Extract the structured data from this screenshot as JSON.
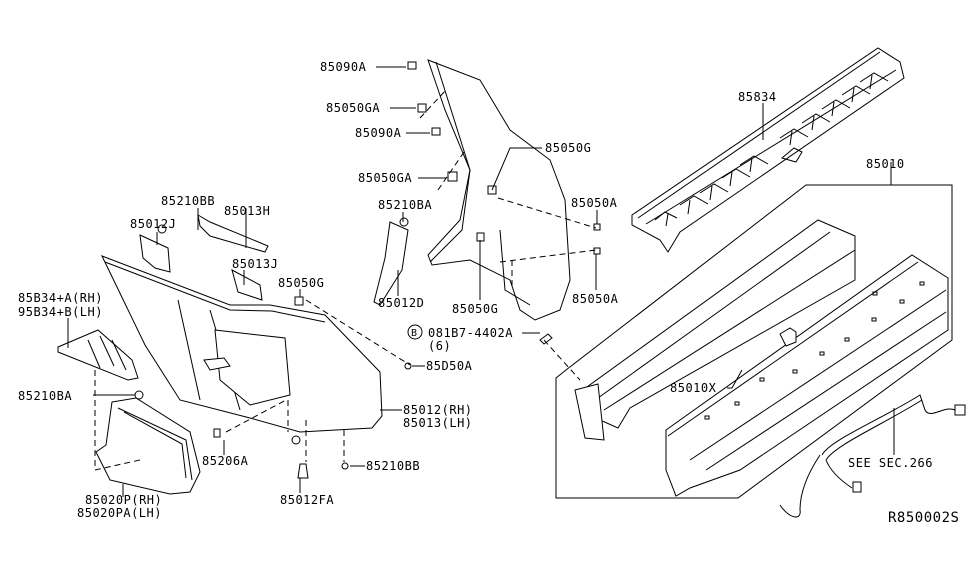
{
  "diagram": {
    "title": "Rear Bumper Parts Diagram",
    "reference_code": "R850002S",
    "labels": {
      "p85090A_1": "85090A",
      "p85050GA_1": "85050GA",
      "p85090A_2": "85090A",
      "p85050GA_2": "85050GA",
      "p85834": "85834",
      "p85010": "85010",
      "p85050G_top": "85050G",
      "p85210BB_top": "85210BB",
      "p85013H": "85013H",
      "p85012J": "85012J",
      "p85210BA_mid": "85210BA",
      "p85050A_1": "85050A",
      "p85013J": "85013J",
      "p85012D": "85012D",
      "p85050G_mid": "85050G",
      "p85050G_low": "85050G",
      "p85050A_2": "85050A",
      "p85834A_rh": "85B34+A(RH)",
      "p85834B_lh": "95B34+B(LH)",
      "bolt_code": "081B7-4402A",
      "bolt_badge": "B",
      "bolt_qty": "(6)",
      "p85050A_3": "85D50A",
      "p85010X": "85010X",
      "p85210BA_low": "85210BA",
      "p85012_rh": "85012(RH)",
      "p85013_lh": "85013(LH)",
      "p85206A": "85206A",
      "p85210BB_low": "85210BB",
      "see_sec": "SEE SEC.266",
      "p85020P_rh": "85020P(RH)",
      "p85020PA_lh": "85020PA(LH)",
      "p85012FA": "85012FA"
    }
  }
}
